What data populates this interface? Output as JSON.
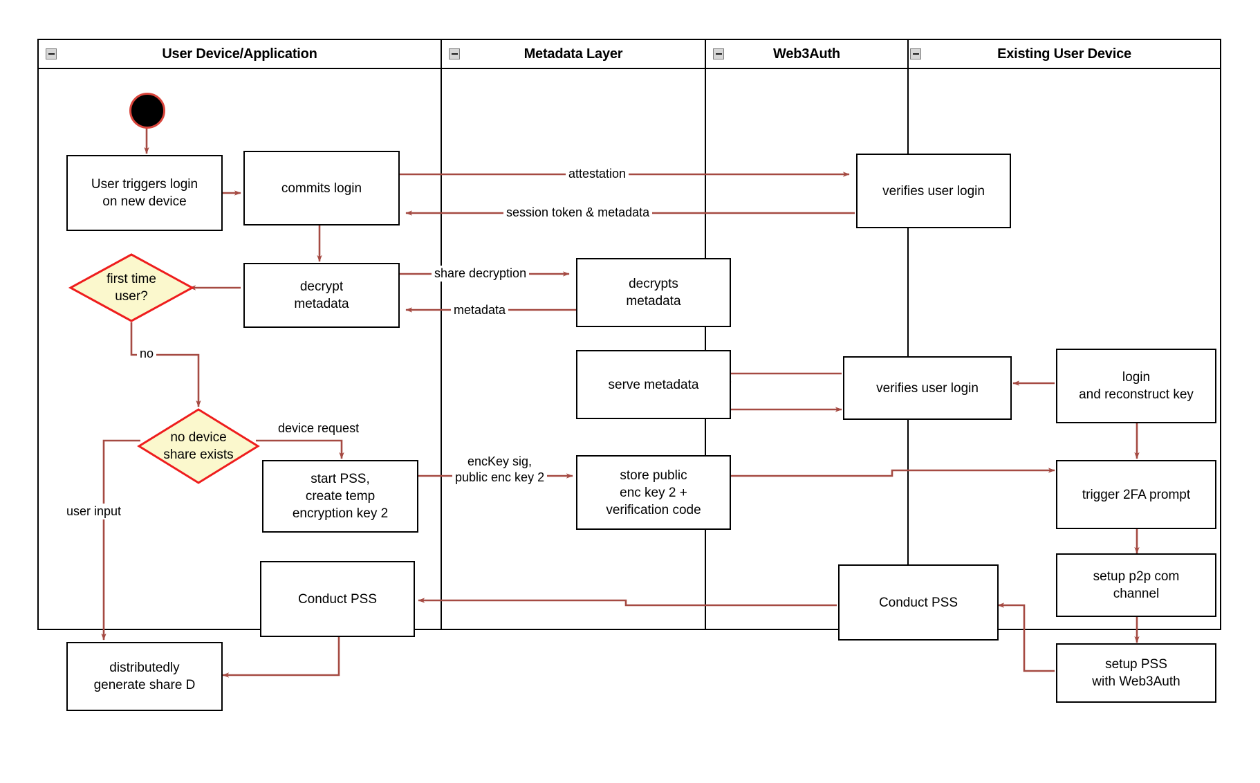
{
  "diagram": {
    "title": "Web3Auth new-device login activity diagram",
    "colors": {
      "lane_border": "#000000",
      "node_border": "#000000",
      "node_fill": "#ffffff",
      "edge": "#a54a42",
      "decision_border": "#ee1d1d",
      "decision_fill": "#fbf8cd",
      "start_fill": "#000000",
      "start_ring": "#d9453c",
      "collapse_icon_fill": "#d6d6d6"
    },
    "lanes": [
      {
        "id": "lane-user-device",
        "label": "User Device/Application",
        "collapse_icon": "minus-box-icon"
      },
      {
        "id": "lane-metadata",
        "label": "Metadata Layer",
        "collapse_icon": "minus-box-icon"
      },
      {
        "id": "lane-web3auth",
        "label": "Web3Auth",
        "collapse_icon": "minus-box-icon"
      },
      {
        "id": "lane-existing-device",
        "label": "Existing User Device",
        "collapse_icon": "minus-box-icon"
      }
    ],
    "nodes": [
      {
        "id": "n-start",
        "type": "start",
        "label": ""
      },
      {
        "id": "n-user-triggers-login",
        "type": "activity",
        "label": "User triggers login\non new device"
      },
      {
        "id": "n-commits-login",
        "type": "activity",
        "label": "commits login"
      },
      {
        "id": "n-verifies-user-login-1",
        "type": "activity",
        "label": "verifies user login"
      },
      {
        "id": "n-decrypt-metadata",
        "type": "activity",
        "label": "decrypt\nmetadata"
      },
      {
        "id": "n-decrypts-metadata",
        "type": "activity",
        "label": "decrypts\nmetadata"
      },
      {
        "id": "n-first-time-user",
        "type": "decision",
        "label": "first time\nuser?"
      },
      {
        "id": "n-serve-metadata",
        "type": "activity",
        "label": "serve metadata"
      },
      {
        "id": "n-verifies-user-login-2",
        "type": "activity",
        "label": "verifies user login"
      },
      {
        "id": "n-login-reconstruct-key",
        "type": "activity",
        "label": "login\nand reconstruct key"
      },
      {
        "id": "n-no-device-share",
        "type": "decision",
        "label": "no device\nshare exists"
      },
      {
        "id": "n-start-pss",
        "type": "activity",
        "label": "start PSS,\ncreate temp\nencryption key 2"
      },
      {
        "id": "n-store-public-enc-key",
        "type": "activity",
        "label": "store public\nenc key 2 +\nverification code"
      },
      {
        "id": "n-trigger-2fa",
        "type": "activity",
        "label": "trigger 2FA prompt"
      },
      {
        "id": "n-setup-p2p",
        "type": "activity",
        "label": "setup p2p com\nchannel"
      },
      {
        "id": "n-conduct-pss-user",
        "type": "activity",
        "label": "Conduct PSS"
      },
      {
        "id": "n-conduct-pss-web3auth",
        "type": "activity",
        "label": "Conduct PSS"
      },
      {
        "id": "n-setup-pss-web3auth",
        "type": "activity",
        "label": "setup PSS\nwith Web3Auth"
      },
      {
        "id": "n-generate-share-d",
        "type": "activity",
        "label": "distributedly\ngenerate share D"
      }
    ],
    "edge_labels": [
      {
        "id": "e-attestation",
        "label": "attestation"
      },
      {
        "id": "e-session-token",
        "label": "session token & metadata"
      },
      {
        "id": "e-share-decryption",
        "label": "share decryption"
      },
      {
        "id": "e-metadata",
        "label": "metadata"
      },
      {
        "id": "e-no",
        "label": "no"
      },
      {
        "id": "e-device-request",
        "label": "device request"
      },
      {
        "id": "e-user-input",
        "label": "user input"
      },
      {
        "id": "e-enckey-sig",
        "label": "encKey sig,\npublic enc key 2"
      }
    ]
  }
}
